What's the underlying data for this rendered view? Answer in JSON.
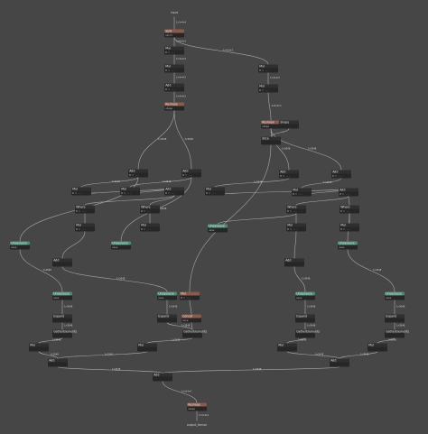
{
  "graph": {
    "input_label": "input",
    "output_label": "output_tensor",
    "colors": {
      "background": "#464646",
      "op": "#2f2f2f",
      "transpose": "#8a5a4c",
      "unsqueeze": "#4f8a77",
      "edge": "#a9a9a9"
    },
    "nodes": [
      {
        "id": "in",
        "title": "input",
        "sub": "",
        "kind": "io"
      },
      {
        "id": "r1",
        "title": "Split",
        "sub": "split",
        "kind": "transpose"
      },
      {
        "id": "a1",
        "title": "Mul",
        "sub": "B = ...",
        "kind": "op"
      },
      {
        "id": "a2",
        "title": "Mul",
        "sub": "B = ...",
        "kind": "op"
      },
      {
        "id": "a3",
        "title": "Add",
        "sub": "B = ...",
        "kind": "op"
      },
      {
        "id": "b1",
        "title": "Mul",
        "sub": "B = ...",
        "kind": "op"
      },
      {
        "id": "b2",
        "title": "Mul",
        "sub": "B = ...",
        "kind": "op"
      },
      {
        "id": "r2",
        "title": "Reshape",
        "sub": "shape",
        "kind": "transpose"
      },
      {
        "id": "r3",
        "title": "Reshape",
        "sub": "shape",
        "kind": "transpose"
      },
      {
        "id": "shape",
        "title": "Shape",
        "sub": "",
        "kind": "op"
      },
      {
        "id": "slice",
        "title": "Slice",
        "sub": "",
        "kind": "op"
      },
      {
        "id": "c1",
        "title": "Add",
        "sub": "B = ...",
        "kind": "op"
      },
      {
        "id": "c2",
        "title": "Add",
        "sub": "B = ...",
        "kind": "op"
      },
      {
        "id": "c3",
        "title": "Add",
        "sub": "B = ...",
        "kind": "op"
      },
      {
        "id": "c4",
        "title": "Add",
        "sub": "B = ...",
        "kind": "op"
      },
      {
        "id": "d1",
        "title": "Mul",
        "sub": "B = ...",
        "kind": "op"
      },
      {
        "id": "d2",
        "title": "Mul",
        "sub": "B = ...",
        "kind": "op"
      },
      {
        "id": "d3",
        "title": "Add",
        "sub": "B = ...",
        "kind": "op"
      },
      {
        "id": "d4",
        "title": "Mul",
        "sub": "B = ...",
        "kind": "op"
      },
      {
        "id": "d5",
        "title": "Mul",
        "sub": "B = ...",
        "kind": "op"
      },
      {
        "id": "d6",
        "title": "Add",
        "sub": "B = ...",
        "kind": "op"
      },
      {
        "id": "w1",
        "title": "Where",
        "sub": "B = ...",
        "kind": "op"
      },
      {
        "id": "w2",
        "title": "Where",
        "sub": "B = ...",
        "kind": "op"
      },
      {
        "id": "w3",
        "title": "Where",
        "sub": "B = ...",
        "kind": "op"
      },
      {
        "id": "w4",
        "title": "Where",
        "sub": "B = ...",
        "kind": "op"
      },
      {
        "id": "u1",
        "title": "Unsqueeze",
        "sub": "axes",
        "kind": "unsqueeze"
      },
      {
        "id": "u2",
        "title": "Unsqueeze",
        "sub": "axes",
        "kind": "unsqueeze"
      },
      {
        "id": "u3",
        "title": "Unsqueeze",
        "sub": "axes",
        "kind": "unsqueeze"
      },
      {
        "id": "u4",
        "title": "Unsqueeze",
        "sub": "axes",
        "kind": "unsqueeze"
      },
      {
        "id": "e1",
        "title": "Mul",
        "sub": "B = ...",
        "kind": "op"
      },
      {
        "id": "e2",
        "title": "Mul",
        "sub": "B = ...",
        "kind": "op"
      },
      {
        "id": "e3",
        "title": "Mul",
        "sub": "B = ...",
        "kind": "op"
      },
      {
        "id": "e4",
        "title": "Mul",
        "sub": "B = ...",
        "kind": "op"
      },
      {
        "id": "f1",
        "title": "Add",
        "sub": "",
        "kind": "op"
      },
      {
        "id": "f2",
        "title": "Add",
        "sub": "",
        "kind": "op"
      },
      {
        "id": "g1",
        "title": "Unsqueeze",
        "sub": "axes",
        "kind": "unsqueeze"
      },
      {
        "id": "g2",
        "title": "Unsqueeze",
        "sub": "axes",
        "kind": "unsqueeze"
      },
      {
        "id": "g3",
        "title": "Unsqueeze",
        "sub": "axes",
        "kind": "unsqueeze"
      },
      {
        "id": "g4",
        "title": "Unsqueeze",
        "sub": "axes",
        "kind": "unsqueeze"
      },
      {
        "id": "r4",
        "title": "Mul",
        "sub": "B = ...",
        "kind": "transpose"
      },
      {
        "id": "h1",
        "title": "Expand",
        "sub": "",
        "kind": "op"
      },
      {
        "id": "h2",
        "title": "Expand",
        "sub": "",
        "kind": "op"
      },
      {
        "id": "h3",
        "title": "Expand",
        "sub": "",
        "kind": "op"
      },
      {
        "id": "h4",
        "title": "Expand",
        "sub": "",
        "kind": "op"
      },
      {
        "id": "r5",
        "title": "Concat",
        "sub": "axis",
        "kind": "transpose"
      },
      {
        "id": "ge1",
        "title": "GatherElements",
        "sub": "",
        "kind": "op"
      },
      {
        "id": "ge2",
        "title": "GatherElements",
        "sub": "",
        "kind": "op"
      },
      {
        "id": "ge3",
        "title": "GatherElements",
        "sub": "",
        "kind": "op"
      },
      {
        "id": "ge4",
        "title": "GatherElements",
        "sub": "",
        "kind": "op"
      },
      {
        "id": "m1",
        "title": "Mul",
        "sub": "",
        "kind": "op"
      },
      {
        "id": "m2",
        "title": "Mul",
        "sub": "",
        "kind": "op"
      },
      {
        "id": "m3",
        "title": "Mul",
        "sub": "",
        "kind": "op"
      },
      {
        "id": "m4",
        "title": "Mul",
        "sub": "",
        "kind": "op"
      },
      {
        "id": "s1",
        "title": "Add",
        "sub": "",
        "kind": "op"
      },
      {
        "id": "s2",
        "title": "Add",
        "sub": "",
        "kind": "op"
      },
      {
        "id": "s3",
        "title": "Add",
        "sub": "",
        "kind": "op"
      },
      {
        "id": "r6",
        "title": "Reshape",
        "sub": "shape",
        "kind": "transpose"
      },
      {
        "id": "out",
        "title": "output_tensor",
        "sub": "",
        "kind": "io"
      }
    ],
    "edges": [
      [
        "in",
        "r1",
        "1×3×4×4"
      ],
      [
        "r1",
        "a1",
        "1×4×4×3"
      ],
      [
        "a1",
        "a2",
        "1×4×4×3"
      ],
      [
        "a2",
        "a3",
        "1×4×4×3"
      ],
      [
        "r1",
        "b1",
        "1×4×4×3"
      ],
      [
        "b1",
        "b2",
        "1×4×4×3"
      ],
      [
        "a3",
        "r2",
        "1×4×4×3"
      ],
      [
        "b2",
        "r3",
        "1×4×4×3"
      ],
      [
        "r2",
        "c1",
        "1×2048"
      ],
      [
        "r2",
        "c2",
        "1×2048"
      ],
      [
        "r3",
        "shape",
        ""
      ],
      [
        "shape",
        "slice",
        ""
      ],
      [
        "r3",
        "c3",
        "1×2048"
      ],
      [
        "r3",
        "c4",
        "1×2048"
      ],
      [
        "c1",
        "d1",
        "1×2048"
      ],
      [
        "c2",
        "d2",
        "1×2048"
      ],
      [
        "d1",
        "d3",
        ""
      ],
      [
        "d2",
        "d3",
        ""
      ],
      [
        "c3",
        "d4",
        "1×2048"
      ],
      [
        "c4",
        "d5",
        "1×2048"
      ],
      [
        "d4",
        "d6",
        ""
      ],
      [
        "d5",
        "d6",
        ""
      ],
      [
        "d3",
        "w1",
        ""
      ],
      [
        "d3",
        "w2",
        ""
      ],
      [
        "d6",
        "w3",
        ""
      ],
      [
        "d6",
        "w4",
        ""
      ],
      [
        "c1",
        "u1",
        "1×2048"
      ],
      [
        "c2",
        "u2",
        "1×2048"
      ],
      [
        "w3",
        "u3",
        ""
      ],
      [
        "w4",
        "u4",
        ""
      ],
      [
        "w1",
        "e1",
        ""
      ],
      [
        "w2",
        "e2",
        ""
      ],
      [
        "w3",
        "e3",
        ""
      ],
      [
        "w4",
        "e4",
        ""
      ],
      [
        "e1",
        "f1",
        ""
      ],
      [
        "e3",
        "f2",
        ""
      ],
      [
        "u1",
        "g1",
        "1×2048"
      ],
      [
        "f1",
        "g2",
        "1×2048"
      ],
      [
        "f2",
        "g3",
        "1×2048"
      ],
      [
        "u4",
        "g4",
        "1×2048"
      ],
      [
        "slice",
        "r4",
        ""
      ],
      [
        "g1",
        "h1",
        "1×2048"
      ],
      [
        "g2",
        "h2",
        "1×2048"
      ],
      [
        "g3",
        "h3",
        "1×2048"
      ],
      [
        "g4",
        "h4",
        "1×2048"
      ],
      [
        "r4",
        "r5",
        ""
      ],
      [
        "h1",
        "ge1",
        "1×2048"
      ],
      [
        "h2",
        "ge2",
        "1×2048"
      ],
      [
        "r5",
        "ge2",
        ""
      ],
      [
        "h3",
        "ge3",
        "1×2048"
      ],
      [
        "h4",
        "ge4",
        "1×2048"
      ],
      [
        "ge1",
        "m1",
        "1×2048"
      ],
      [
        "ge2",
        "m2",
        "1×2048"
      ],
      [
        "ge3",
        "m3",
        "1×2048"
      ],
      [
        "ge4",
        "m4",
        "1×2048"
      ],
      [
        "m1",
        "s1",
        "1×2048"
      ],
      [
        "m2",
        "s1",
        "1×2048"
      ],
      [
        "m3",
        "s2",
        "1×2048"
      ],
      [
        "m4",
        "s2",
        "1×2048"
      ],
      [
        "s1",
        "s3",
        "1×2048"
      ],
      [
        "s2",
        "s3",
        "1×2048"
      ],
      [
        "s3",
        "r6",
        "1×3×4×4"
      ],
      [
        "r6",
        "out",
        "1×3×4×4"
      ]
    ]
  }
}
